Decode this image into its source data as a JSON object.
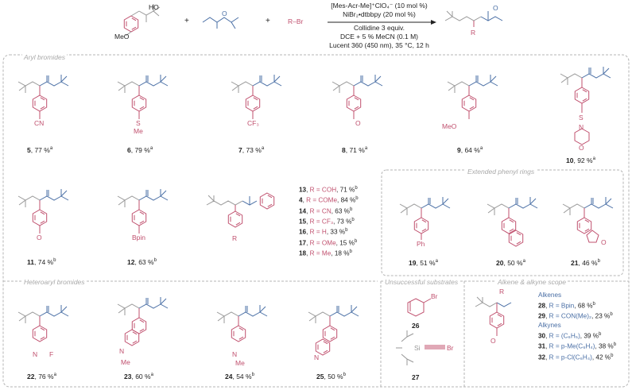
{
  "scheme": {
    "reagent_plus_1": "+",
    "reagent_plus_2": "+",
    "aryl_halide": "R–Br",
    "substrate_oxygen": "HO",
    "substrate_meo": "MeO",
    "ester_oxygen": "O",
    "conditions": {
      "line1": "[Mes-Acr-Me]⁺ClO₄⁻ (10 mol %)",
      "line2": "NiBr₂•dtbbpy (20 mol %)",
      "line3": "Collidine 3 equiv.",
      "line4": "DCE + 5 % MeCN (0.1 M)",
      "line5": "Lucent 360 (450 nm), 35 °C,  12 h"
    },
    "product_r": "R"
  },
  "sections": {
    "aryl": "Aryl bromides",
    "extended": "Extended phenyl rings",
    "heteroaryl": "Heteroaryl bromides",
    "unsuccessful": "Unsuccessful substrates",
    "alkene": "Alkene & alkyne scope"
  },
  "substituents": {
    "cn": "CN",
    "so2": "S",
    "me": "Me",
    "cf3": "CF₃",
    "bpin": "Bpin",
    "r": "R",
    "ph": "Ph",
    "meo": "MeO",
    "n": "N",
    "f": "F",
    "br": "Br",
    "si": "Si",
    "o": "O"
  },
  "compounds": [
    {
      "num": "5",
      "yield": ", 77 %",
      "note": "a"
    },
    {
      "num": "6",
      "yield": ", 79 %",
      "note": "a"
    },
    {
      "num": "7",
      "yield": ", 73 %",
      "note": "a"
    },
    {
      "num": "8",
      "yield": ", 71 %",
      "note": "a"
    },
    {
      "num": "9",
      "yield": ", 64 %",
      "note": "a"
    },
    {
      "num": "10",
      "yield": ", 92 %",
      "note": "a"
    },
    {
      "num": "11",
      "yield": ", 74 %",
      "note": "b"
    },
    {
      "num": "12",
      "yield": ", 63 %",
      "note": "b"
    },
    {
      "num": "19",
      "yield": ", 51 %",
      "note": "a"
    },
    {
      "num": "20",
      "yield": ", 50 %",
      "note": "a"
    },
    {
      "num": "21",
      "yield": ", 46 %",
      "note": "b"
    },
    {
      "num": "22",
      "yield": ", 76 %",
      "note": "a"
    },
    {
      "num": "23",
      "yield": ", 60 %",
      "note": "a"
    },
    {
      "num": "24",
      "yield": ", 54 %",
      "note": "b"
    },
    {
      "num": "25",
      "yield": ", 50 %",
      "note": "b"
    },
    {
      "num": "26",
      "yield": "",
      "note": ""
    },
    {
      "num": "27",
      "yield": "",
      "note": ""
    }
  ],
  "phenyl_ester_list": [
    {
      "num": "13",
      "r": "R = COH",
      "yield": ", 71 %",
      "note": "b"
    },
    {
      "num": "4",
      "r": "R = COMe",
      "yield": ", 84 %",
      "note": "b"
    },
    {
      "num": "14",
      "r": "R = CN",
      "yield": ", 63 %",
      "note": "b"
    },
    {
      "num": "15",
      "r": "R = CF₃",
      "yield": ", 73 %",
      "note": "b"
    },
    {
      "num": "16",
      "r": "R = H",
      "yield": ", 33 %",
      "note": "b"
    },
    {
      "num": "17",
      "r": "R = OMe",
      "yield": ", 15 %",
      "note": "b"
    },
    {
      "num": "18",
      "r": "R = Me",
      "yield": ", 18 %",
      "note": "b"
    }
  ],
  "alkene_scope": {
    "r_label": "R",
    "alkenes_header": "Alkenes",
    "alkynes_header": "Alkynes",
    "alkenes": [
      {
        "num": "28",
        "r": "R = Bpin",
        "yield": ", 68 %",
        "note": "b"
      },
      {
        "num": "29",
        "r": "R = CON(Me)₂",
        "yield": ", 23 %",
        "note": "b"
      }
    ],
    "alkynes": [
      {
        "num": "30",
        "r": "R = (C₆H₅)",
        "yield": ", 39 %",
        "note": "b"
      },
      {
        "num": "31",
        "r": "R = p-Me(C₆H₄)",
        "yield": ", 38 %",
        "note": "b"
      },
      {
        "num": "32",
        "r": "R = p-Cl(C₆H₄)",
        "yield": ", 42 %",
        "note": "b"
      }
    ]
  },
  "colors": {
    "pink": "#c0506e",
    "blue": "#4a6fa5",
    "grey": "#9a9a9a",
    "frame": "#b5b5b5"
  }
}
